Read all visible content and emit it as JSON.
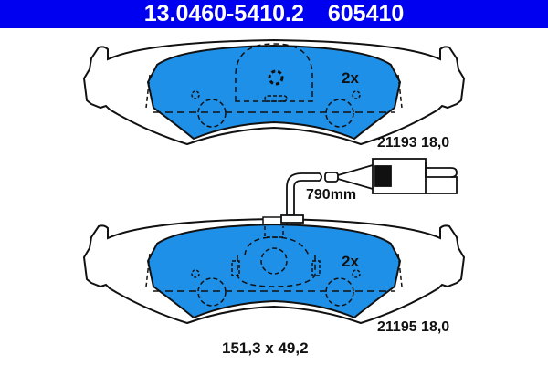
{
  "header": {
    "part_number": "13.0460-5410.2",
    "ref_number": "605410",
    "background": "#0000f0"
  },
  "top_pad": {
    "quantity": "2x",
    "code": "21193 18,0"
  },
  "sensor": {
    "length": "790mm"
  },
  "bottom_pad": {
    "quantity": "2x",
    "code": "21195 18,0"
  },
  "dimensions": "151,3 x 49,2",
  "colors": {
    "pad_fill": "#1e90e8",
    "outline": "#111111"
  }
}
